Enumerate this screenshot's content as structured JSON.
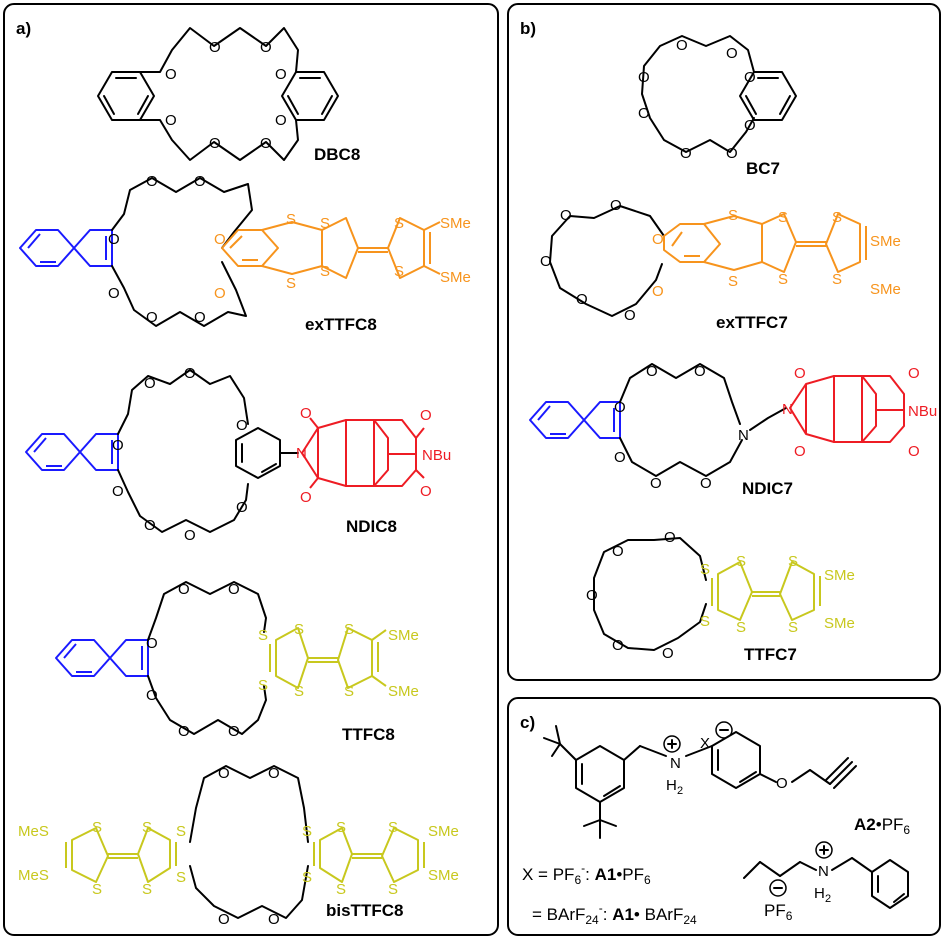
{
  "panels": {
    "a": {
      "label": "a)"
    },
    "b": {
      "label": "b)"
    },
    "c": {
      "label": "c)"
    }
  },
  "compounds": {
    "dbc8": "DBC8",
    "extt8": "exTTFC8",
    "ndic8": "NDIC8",
    "ttfc8": "TTFC8",
    "bisttfc8": "bisTTFC8",
    "bc7": "BC7",
    "extt7": "exTTFC7",
    "ndic7": "NDIC7",
    "ttfc7": "TTFC7"
  },
  "atoms": {
    "O": "O",
    "S": "S",
    "N": "N",
    "SMe": "SMe",
    "MeS": "MeS",
    "NBu": "NBu",
    "H2": "H",
    "sub2": "2",
    "X": "X"
  },
  "panel_c": {
    "line1_prefix": "X = PF",
    "line1_sub": "6",
    "line1_sup": "-",
    "line1_colon": ": ",
    "line1_a": "A1",
    "line1_dot": "•",
    "line1_pf": "PF",
    "line1_pfsub": "6",
    "line2_prefix": "= BArF",
    "line2_sub": "24",
    "line2_sup": "-",
    "line2_colon": ": ",
    "line2_a": "A1",
    "line2_dot": "• ",
    "line2_barf": "BArF",
    "line2_barfsub": "24",
    "a2_label": "A2",
    "a2_dot": "•",
    "a2_pf": "PF",
    "a2_sub": "6",
    "pf6_counter": "PF",
    "pf6_counter_sub": "6"
  },
  "colors": {
    "black": "#000000",
    "blue": "#1a1aff",
    "orange": "#f7941d",
    "red": "#ee1c24",
    "yellow": "#c8c81e"
  }
}
